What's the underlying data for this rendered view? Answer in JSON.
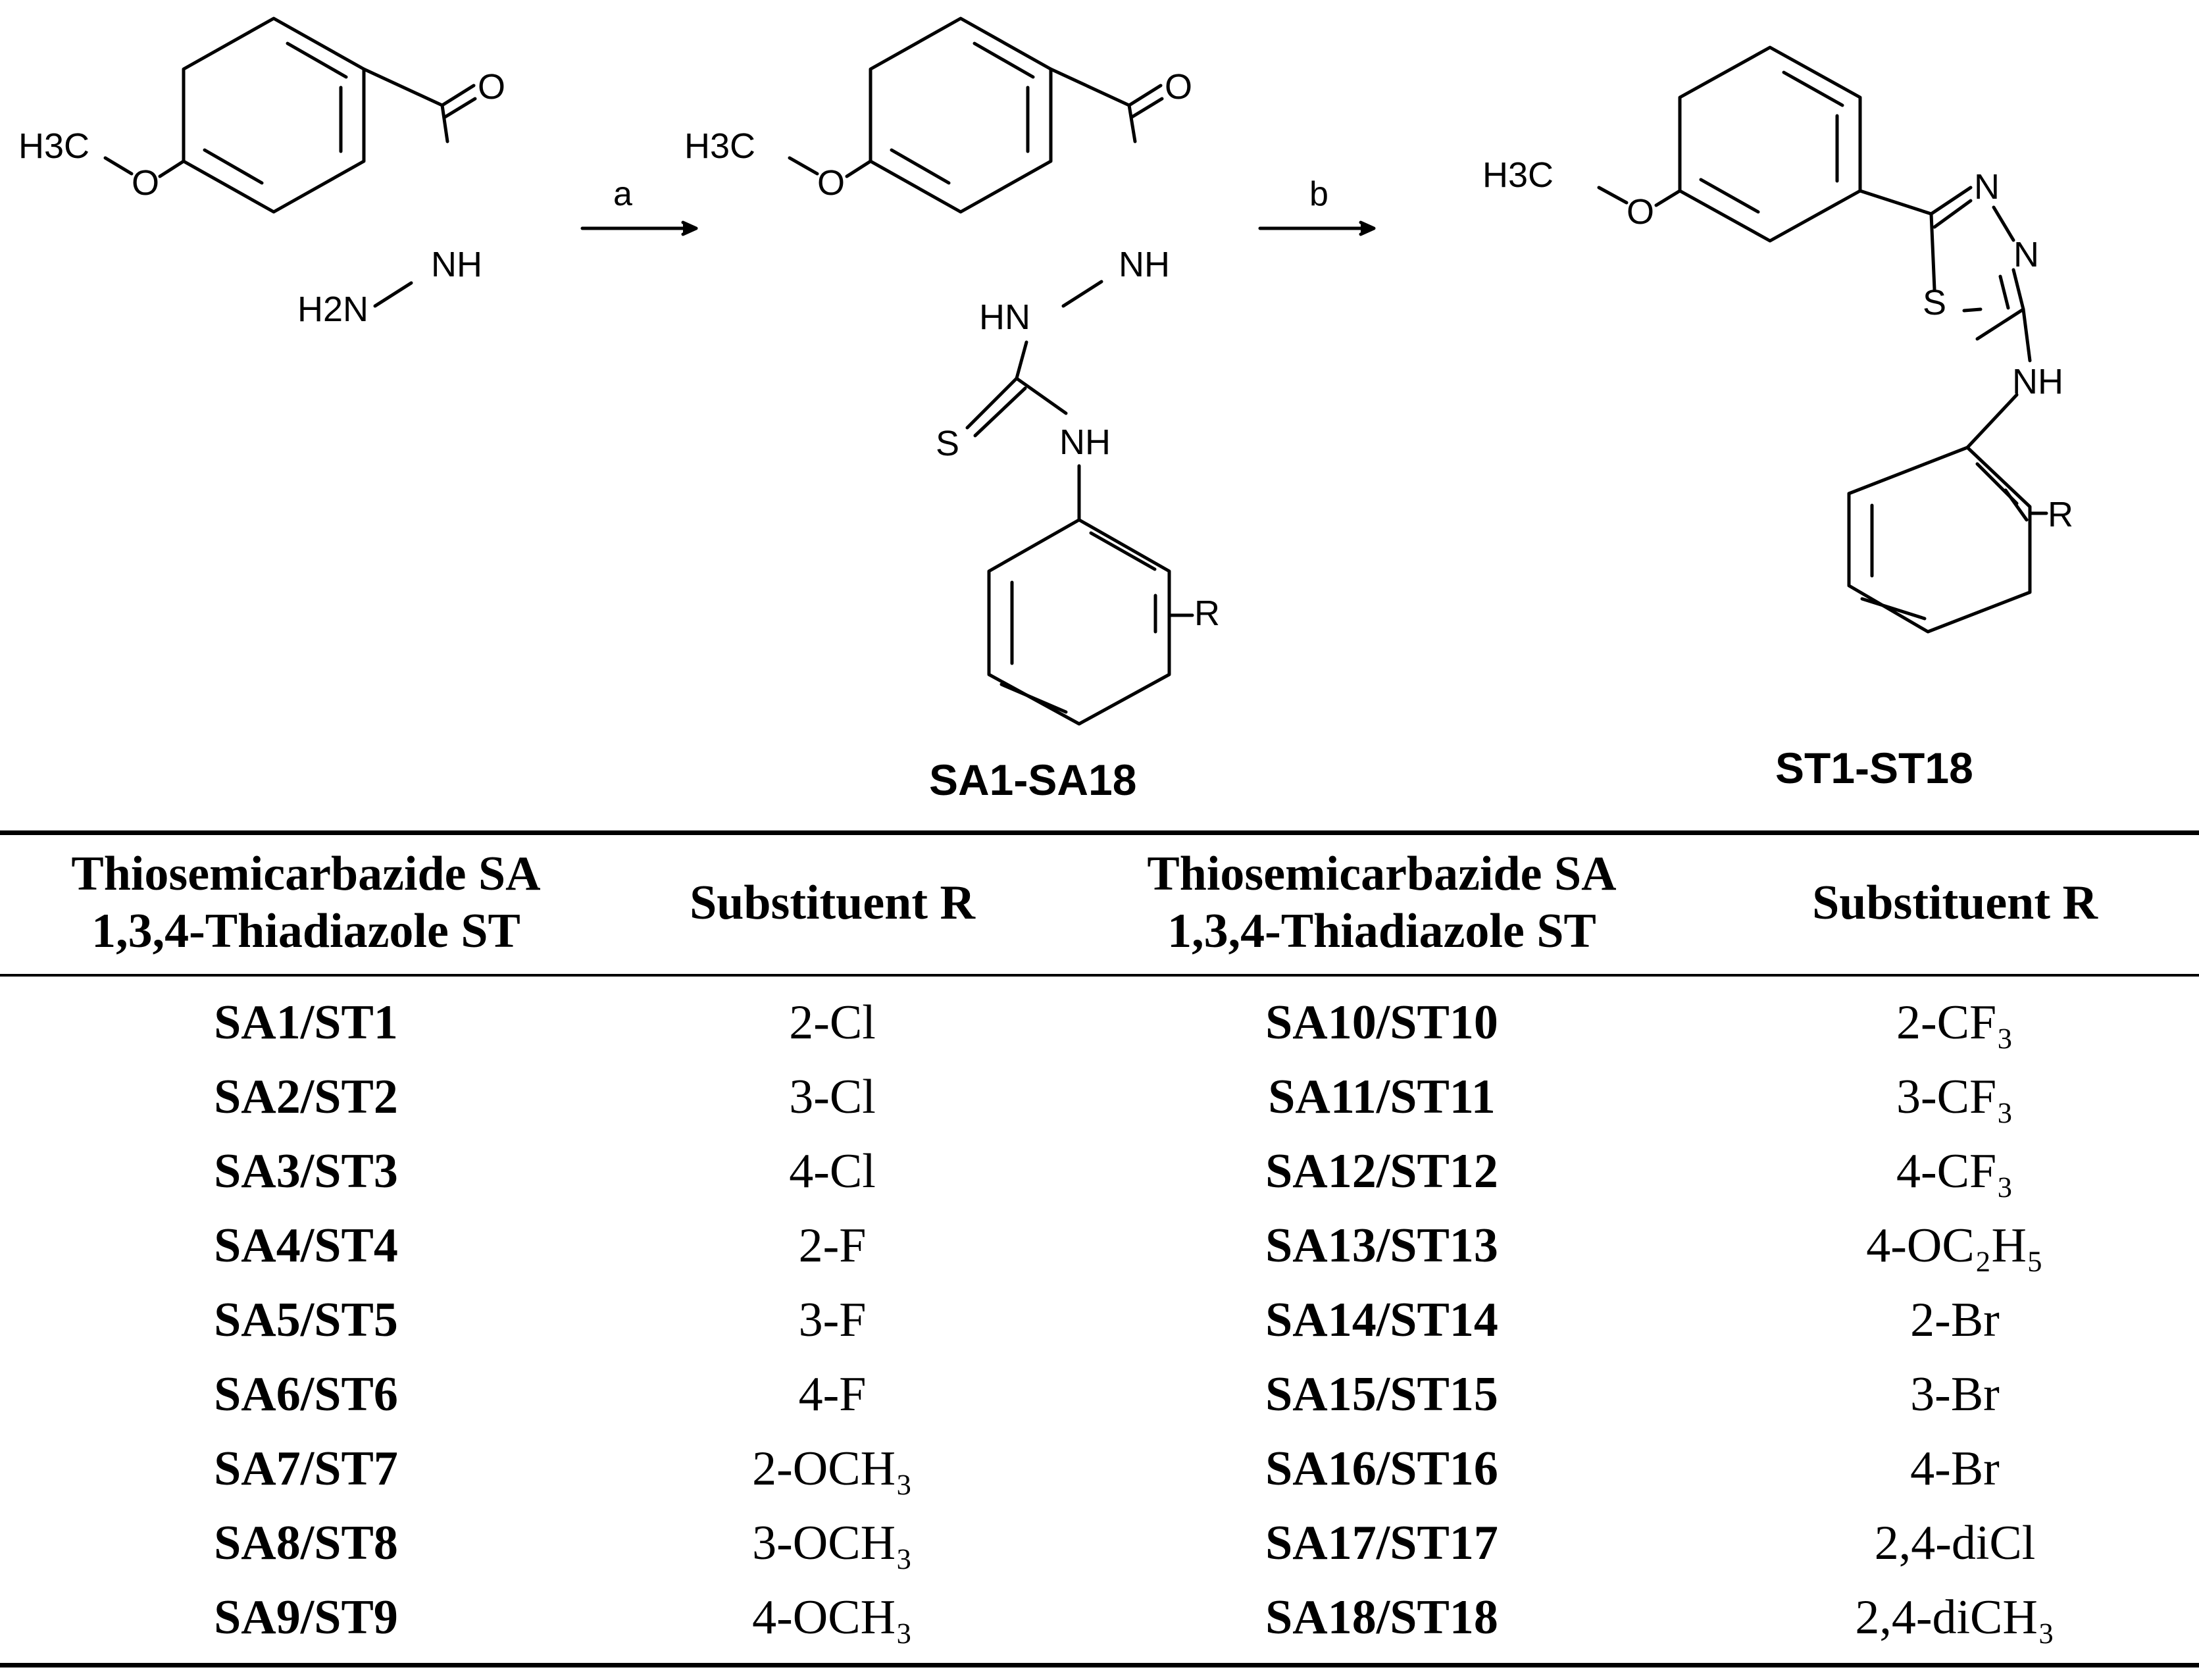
{
  "scheme": {
    "start_material": {
      "methyl_label": "H3C",
      "oxygen": "O",
      "carbonyl_o": "O",
      "nh": "NH",
      "nh2": "H2N"
    },
    "arrow_a": "a",
    "arrow_b": "b",
    "intermediate": {
      "methyl_label": "H3C",
      "oxygen": "O",
      "carbonyl_o": "O",
      "nh1": "NH",
      "nh2": "HN",
      "thio_s": "S",
      "nh3": "NH",
      "r": "R",
      "label": "SA1-SA18"
    },
    "product": {
      "methyl_label": "H3C",
      "oxygen": "O",
      "n1": "N",
      "n2": "N",
      "s": "S",
      "nh": "NH",
      "r": "R",
      "label": "ST1-ST18"
    }
  },
  "table": {
    "headers": {
      "compound_line1": "Thiosemicarbazide SA",
      "compound_line2": "1,3,4-Thiadiazole ST",
      "substituent": "Substituent R"
    },
    "rows": [
      {
        "left_id": "SA1/ST1",
        "left_r": "2-Cl",
        "right_id": "SA10/ST10",
        "right_r": "2-CF₃"
      },
      {
        "left_id": "SA2/ST2",
        "left_r": "3-Cl",
        "right_id": "SA11/ST11",
        "right_r": "3-CF₃"
      },
      {
        "left_id": "SA3/ST3",
        "left_r": "4-Cl",
        "right_id": "SA12/ST12",
        "right_r": "4-CF₃"
      },
      {
        "left_id": "SA4/ST4",
        "left_r": "2-F",
        "right_id": "SA13/ST13",
        "right_r": "4-OC₂H₅"
      },
      {
        "left_id": "SA5/ST5",
        "left_r": "3-F",
        "right_id": "SA14/ST14",
        "right_r": "2-Br"
      },
      {
        "left_id": "SA6/ST6",
        "left_r": "4-F",
        "right_id": "SA15/ST15",
        "right_r": "3-Br"
      },
      {
        "left_id": "SA7/ST7",
        "left_r": "2-OCH₃",
        "right_id": "SA16/ST16",
        "right_r": "4-Br"
      },
      {
        "left_id": "SA8/ST8",
        "left_r": "3-OCH₃",
        "right_id": "SA17/ST17",
        "right_r": "2,4-diCl"
      },
      {
        "left_id": "SA9/ST9",
        "left_r": "4-OCH₃",
        "right_id": "SA18/ST18",
        "right_r": "2,4-diCH₃"
      }
    ]
  }
}
